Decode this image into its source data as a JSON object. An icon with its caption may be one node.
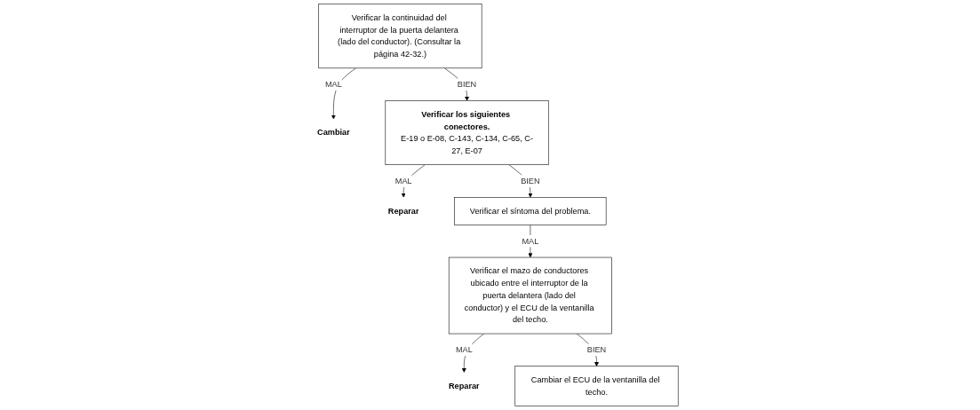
{
  "diagram": {
    "nodes": [
      {
        "text": [
          "Verificar la continuidad del interruptor de la puerta delantera (lado del conductor). (Consultar la página 42-32.)"
        ]
      },
      {
        "text": [
          "Cambiar"
        ]
      },
      {
        "text": [
          "Verificar los siguientes conectores.",
          "E-19 o E-08, C-143, C-134, C-65, C-27, E-07"
        ]
      },
      {
        "text": [
          "Reparar"
        ]
      },
      {
        "text": [
          "Verificar el síntoma del problema."
        ]
      },
      {
        "text": [
          "Verificar el mazo de conductores ubicado entre el interruptor de la puerta delantera (lado del conductor) y el ECU de la ventanilla del techo."
        ]
      },
      {
        "text": [
          "Reparar"
        ]
      },
      {
        "text": [
          "Cambiar el ECU de la ventanilla del techo."
        ]
      }
    ],
    "edges": [
      {
        "from": 0,
        "to": 1,
        "arrow": "to",
        "label": "MAL"
      },
      {
        "from": 0,
        "to": 2,
        "arrow": "to",
        "label": "BIEN"
      },
      {
        "from": 2,
        "to": 3,
        "arrow": "to",
        "label": "MAL"
      },
      {
        "from": 2,
        "to": 4,
        "arrow": "to",
        "label": "BIEN"
      },
      {
        "from": 4,
        "to": 5,
        "arrow": "to",
        "label": "MAL"
      },
      {
        "from": 5,
        "to": 6,
        "arrow": "to",
        "label": "MAL"
      },
      {
        "from": 5,
        "to": 7,
        "arrow": "to",
        "label": "BIEN"
      }
    ]
  }
}
